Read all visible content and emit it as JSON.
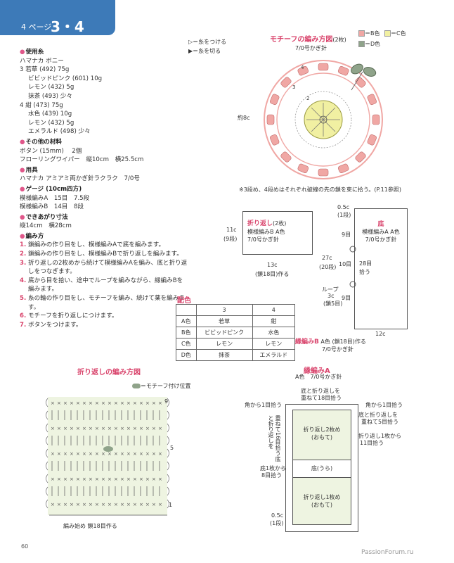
{
  "header": {
    "page_label": "4 ページ",
    "pattern_numbers": "3・4"
  },
  "materials": {
    "yarn_title": "使用糸",
    "yarn_brand": "ハマナカ ボニー",
    "item3": {
      "label": "3 若草 (492) 75g",
      "lines": [
        "ビビッドピンク (601) 10g",
        "レモン (432) 5g",
        "抹茶 (493) 少々"
      ]
    },
    "item4": {
      "label": "4 紺 (473) 75g",
      "lines": [
        "水色 (439) 10g",
        "レモン (432) 5g",
        "エメラルド (498) 少々"
      ]
    },
    "other_title": "その他の材料",
    "other_lines": [
      "ボタン (15mm)　 2個",
      "フローリングワイパー　縦10cm　横25.5cm"
    ],
    "tools_title": "用具",
    "tools_line": "ハマナカ アミアミ両かぎ針ラクラク　7/0号",
    "gauge_title": "ゲージ (10cm四方)",
    "gauge_lines": [
      "模様編みA　15目　7.5段",
      "模様編みB　14目　8段"
    ],
    "size_title": "できあがり寸法",
    "size_line": "縦14cm　横28cm",
    "method_title": "編み方",
    "steps": [
      {
        "n": "1.",
        "t": "鎖編みの作り目をし、模様編みAで底を編みます。"
      },
      {
        "n": "2.",
        "t": "鎖編みの作り目をし、模様編みBで折り返しを編みます。"
      },
      {
        "n": "3.",
        "t": "折り返しの2枚めから続けて模様編みAを編み、底と折り返しをつなぎます。"
      },
      {
        "n": "4.",
        "t": "底から目を拾い、途中でループを編みながら、縁編みBを編みます。"
      },
      {
        "n": "5.",
        "t": "糸の輪の作り目をし、モチーフを編み、続けて薬を編みます。"
      },
      {
        "n": "6.",
        "t": "モチーフを折り返しにつけます。"
      },
      {
        "n": "7.",
        "t": "ボタンをつけます。"
      }
    ]
  },
  "motif": {
    "legend_attach": "＝糸をつける",
    "legend_cut": "＝糸を切る",
    "title": "モチーフの編み方図",
    "count": "(2枚)",
    "hook": "7/0号かぎ針",
    "color_b": "＝B色",
    "color_c": "＝C色",
    "color_d": "＝D色",
    "size": "約8c",
    "note": "※3段め、4段めはそれぞれ破線の先の鎖を束に拾う。(P.11参照)",
    "round_labels": [
      "4",
      "3",
      "2"
    ],
    "colors": {
      "b": "#f0a7a4",
      "c": "#f1f0a2",
      "d": "#8fa38a"
    }
  },
  "fold_schematic": {
    "title": "折り返し",
    "count": "(2枚)",
    "pattern": "模様編みB A色",
    "hook": "7/0号かぎ針",
    "height": "11c",
    "height_rows": "(9段)",
    "width": "13c",
    "width_chain": "(鎖18目)作る"
  },
  "bottom_schematic": {
    "top_dim": "0.5c",
    "top_rows": "(1段)",
    "title": "底",
    "pattern": "模様編みA A色",
    "hook": "7/0号かぎ針",
    "rows_9a": "9目",
    "height": "27c",
    "height_rows": "(20段)",
    "rows_10": "10目",
    "pick_28": "28目",
    "pick_label": "拾う",
    "loop": "ループ",
    "loop_len": "3c",
    "loop_chain": "(鎖5目)",
    "rows_9b": "9目",
    "width": "12c",
    "edge_title": "縁編みB",
    "edge_color": "A色",
    "edge_chain": "(鎖18目)作る",
    "edge_hook": "7/0号かぎ針"
  },
  "color_table": {
    "title": "配色",
    "headers": [
      "",
      "3",
      "4"
    ],
    "rows": [
      [
        "A色",
        "若草",
        "紺"
      ],
      [
        "B色",
        "ビビッドピンク",
        "水色"
      ],
      [
        "C色",
        "レモン",
        "レモン"
      ],
      [
        "D色",
        "抹茶",
        "エメラルド"
      ]
    ]
  },
  "fold_chart": {
    "title": "折り返しの編み方図",
    "legend": "＝モチーフ付け位置",
    "row_top": "9",
    "row_mid": "5",
    "row_bottom": "1",
    "start_label": "編み始め 鎖18目作る"
  },
  "edge_a": {
    "title": "縁編みA",
    "sub": "A色　7/0号かぎ針",
    "top_note_1": "底と折り返しを",
    "top_note_2": "重ねて18目拾う",
    "corner_left": "角から1目拾う",
    "corner_right": "角から1目拾う",
    "right_note_1": "底と折り返しを",
    "right_note_2": "重ねて5目拾う",
    "right_note_3": "折り返し1枚から",
    "right_note_4": "11目拾う",
    "left_vertical": "重ねて16目拾う底と折り返しを",
    "panel_top_1": "折り返し2枚め",
    "panel_top_2": "(おもて)",
    "panel_mid": "底(うら)",
    "panel_bottom_1": "折り返し1枚め",
    "panel_bottom_2": "(おもて)",
    "left_mid_1": "底1枚から",
    "left_mid_2": "8目拾う",
    "bottom_dim": "0.5c",
    "bottom_rows": "(1段)"
  },
  "footer": {
    "page_number": "60",
    "watermark": "PassionForum.ru"
  }
}
